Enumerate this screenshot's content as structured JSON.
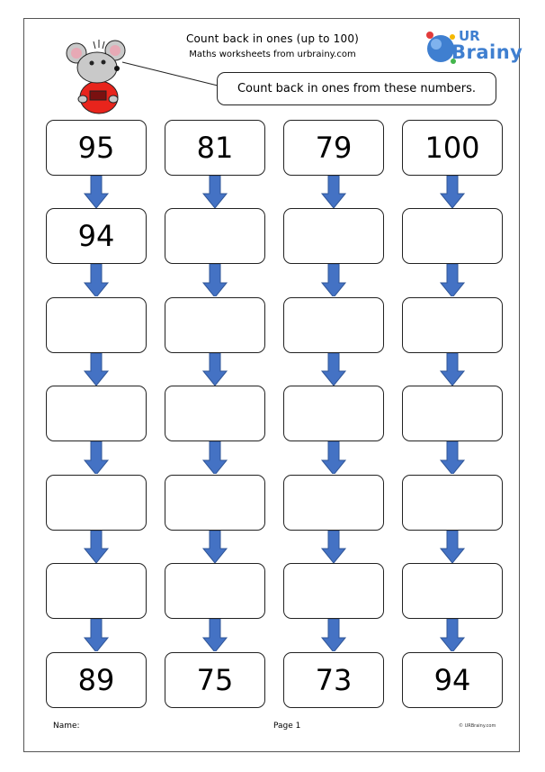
{
  "header": {
    "title": "Count back in ones (up to 100)",
    "subtitle": "Maths worksheets from urbrainy.com"
  },
  "logo": {
    "ur": "UR",
    "brainy": "Brainy"
  },
  "instruction": "Count back in ones from these numbers.",
  "columns": [
    {
      "cells": [
        "95",
        "94",
        "",
        "",
        "",
        "",
        "89"
      ]
    },
    {
      "cells": [
        "81",
        "",
        "",
        "",
        "",
        "",
        "75"
      ]
    },
    {
      "cells": [
        "79",
        "",
        "",
        "",
        "",
        "",
        "73"
      ]
    },
    {
      "cells": [
        "100",
        "",
        "",
        "",
        "",
        "",
        "94"
      ]
    }
  ],
  "footer": {
    "name_label": "Name:",
    "page_label": "Page 1",
    "copyright": "© URBrainy.com"
  },
  "colors": {
    "arrow": "#4472c4",
    "arrow_stroke": "#2f5597",
    "mouse_body": "#e8241c"
  }
}
